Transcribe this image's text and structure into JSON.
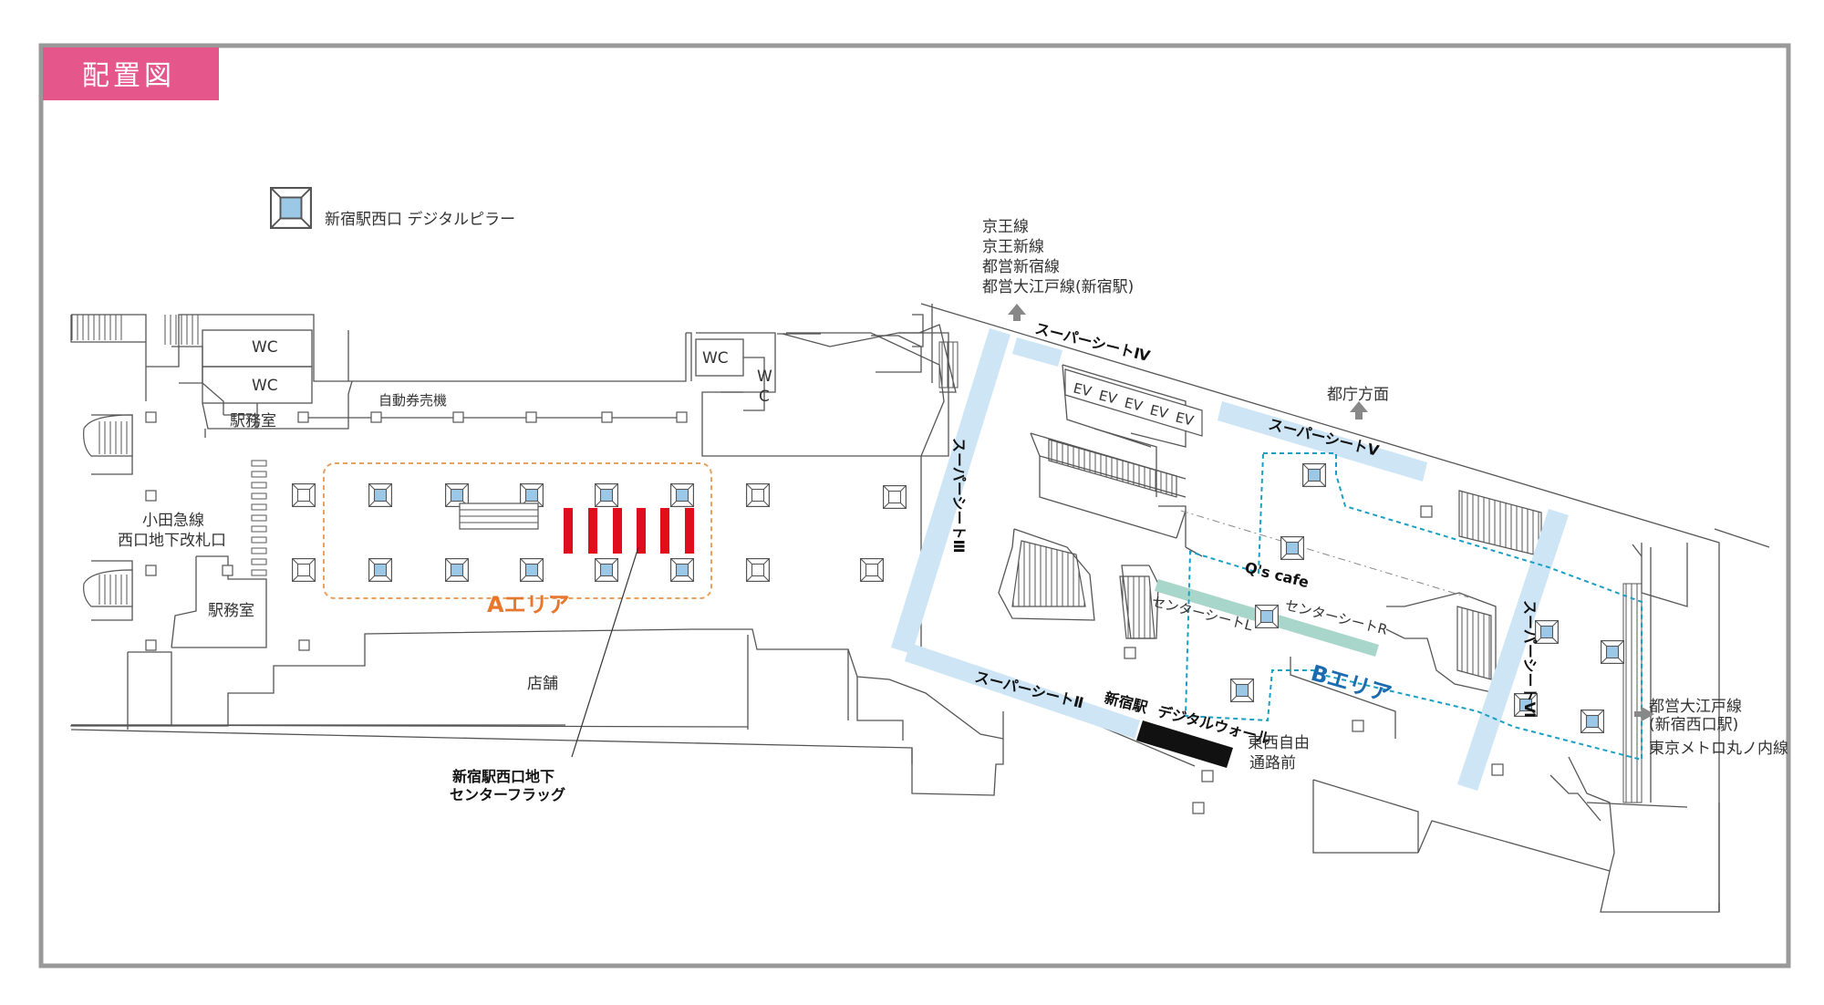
{
  "title": "配置図",
  "legend": {
    "label": "新宿駅西口 デジタルピラー",
    "icon": "digital-pillar-icon"
  },
  "colors": {
    "title_bg": "#e5578a",
    "seat_blue": "#cde5f5",
    "seat_green": "#a9d6ca",
    "flag_red": "#e00e1d",
    "area_a": "#e8772e",
    "area_b": "#1a9fc4",
    "wall": "#555555"
  },
  "labels": {
    "wc1": "WC",
    "wc2": "WC",
    "wc3": "WC",
    "wc4_w": "W",
    "wc4_c": "C",
    "station_office_1": "駅務室",
    "station_office_2": "駅務室",
    "ticket_machines": "自動券売機",
    "odakyu_1": "小田急線",
    "odakyu_2": "西口地下改札口",
    "shop": "店舗",
    "elevator": "EV",
    "area_a": "Aエリア",
    "area_b": "Bエリア",
    "flag_1": "新宿駅西口地下",
    "flag_2": "センターフラッグ",
    "digital_wall_1": "新宿駅",
    "digital_wall_2": "デジタルウォール",
    "east_west_1": "東西自由",
    "east_west_2": "通路前",
    "cafe": "Q's cafe",
    "tocho": "都庁方面",
    "seat_2": "スーパーシートⅡ",
    "seat_3": "スーパーシートⅢ",
    "seat_4": "スーパーシートⅣ",
    "seat_5": "スーパーシートⅤ",
    "seat_6": "スーパーシートⅥ",
    "center_l": "センターシートL",
    "center_r": "センターシートR"
  },
  "directions": {
    "keio": [
      "京王線",
      "京王新線",
      "都営新宿線",
      "都営大江戸線(新宿駅)"
    ],
    "oedo": [
      "都営大江戸線",
      "(新宿西口駅)",
      "東京メトロ丸ノ内線"
    ]
  }
}
